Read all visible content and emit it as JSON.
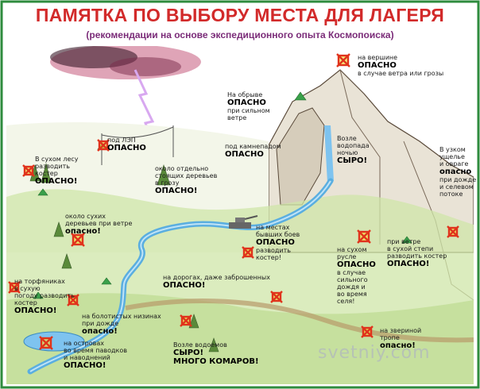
{
  "header": {
    "title": "ПАМЯТКА ПО ВЫБОРУ МЕСТА ДЛЯ ЛАГЕРЯ",
    "subtitle": "(рекомендации на основе экспедиционного опыта Космопоиска)"
  },
  "labels": {
    "summit_1": "на вершине",
    "summit_danger": "ОПАСНО",
    "summit_2": "в случае ветра или грозы",
    "cliff_1": "На обрыве",
    "cliff_danger": "ОПАСНО",
    "cliff_2": "при сильном",
    "cliff_3": "ветре",
    "powerline_1": "под ЛЭП",
    "powerline_danger": "ОПАСНО",
    "rockfall": "под камнепадом",
    "rockfall_danger": "ОПАСНО",
    "waterfall_1": "Возле",
    "waterfall_2": "водопада",
    "waterfall_3": "ночью",
    "waterfall_danger": "СЫРО!",
    "gorge_1": "В узком",
    "gorge_2": "ущелье",
    "gorge_3": "и овраге",
    "gorge_danger": "опасно",
    "gorge_4": "при дожде",
    "gorge_5": "и селевом",
    "gorge_6": "потоке",
    "dryforest_1": "В сухом лесу",
    "dryforest_2": "разводить",
    "dryforest_3": "костер",
    "dryforest_danger": "ОПАСНО!",
    "lonetree_1": "около отдельно",
    "lonetree_2": "стоящих деревьев",
    "lonetree_3": "в грозу",
    "lonetree_danger": "ОПАСНО!",
    "drytrees_1": "около сухих",
    "drytrees_2": "деревьев при ветре",
    "drytrees_danger": "опасно!",
    "battle_1": "на местах",
    "battle_2": "бывших боев",
    "battle_danger": "ОПАСНО",
    "battle_3": "разводить",
    "battle_4": "костер!",
    "riverbed_1": "на сухом",
    "riverbed_2": "русле",
    "riverbed_danger": "ОПАСНО",
    "riverbed_3": "в случае",
    "riverbed_4": "сильного",
    "riverbed_5": "дождя и",
    "riverbed_6": "во время",
    "riverbed_7": "селя!",
    "steppe_1": "при ветре",
    "steppe_2": "в сухой степи",
    "steppe_3": "разводить костер",
    "steppe_danger": "ОПАСНО!",
    "road_1": "на дорогах, даже заброшенных",
    "road_danger": "ОПАСНО!",
    "peat_1": "на торфяниках",
    "peat_2": "в сухую",
    "peat_3": "погоду разводить",
    "peat_4": "костер",
    "peat_danger": "ОПАСНО!",
    "lowland_1": "на болотистых низинах",
    "lowland_2": "при дожде",
    "lowland_danger": "опасно!",
    "island_1": "на островах",
    "island_2": "во время паводков",
    "island_3": "и наводнений",
    "island_danger": "ОПАСНО!",
    "pond_1": "Возле водоемов",
    "pond_danger": "СЫРО!",
    "pond_2": "МНОГО КОМАРОВ!",
    "burrow_1": "на звериной",
    "burrow_2": "тропе",
    "burrow_danger": "опасно!"
  },
  "watermark": "svetniy.com",
  "colors": {
    "title": "#d22a2a",
    "subtitle": "#7a2b78",
    "frame": "#2e8b3d",
    "water": "#5aaee0",
    "grass": "#a8cf76",
    "sky_cloud": "#b0446a",
    "mark_cross": "#e0331c",
    "mark_fill": "#f4dd44",
    "tent": "#3aa04a"
  }
}
